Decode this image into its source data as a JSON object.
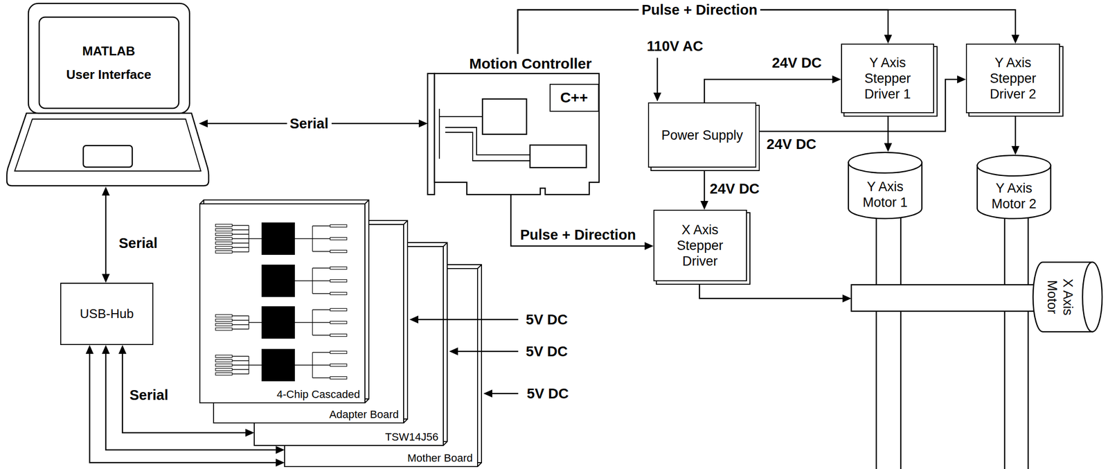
{
  "diagram": {
    "nodes": [
      {
        "text": [
          "MATLAB User Interface"
        ]
      },
      {
        "text": [
          "Motion Controller"
        ]
      },
      {
        "text": [
          "C++"
        ],
        "in": 1
      },
      {
        "text": [
          "Y Axis Stepper Driver 1"
        ]
      },
      {
        "text": [
          "Y Axis Stepper Driver 2"
        ]
      },
      {
        "text": [
          "Power Supply"
        ]
      },
      {
        "text": [
          "Y Axis Motor 1"
        ]
      },
      {
        "text": [
          "Y Axis Motor 2"
        ]
      },
      {
        "text": [
          "X Axis Stepper Driver"
        ]
      },
      {
        "text": [
          "USB-Hub"
        ]
      },
      {
        "text": [
          "4-Chip Cascaded"
        ]
      },
      {
        "text": [
          "Adapter Board"
        ]
      },
      {
        "text": [
          "TSW14J56"
        ]
      },
      {
        "text": [
          "Mother Board"
        ]
      },
      {
        "text": [
          "X Axis Motor"
        ]
      }
    ],
    "edges": [
      {
        "from": 0,
        "to": 1,
        "label": "Serial",
        "arrow": "both"
      },
      {
        "from": 0,
        "to": 9,
        "label": "Serial",
        "arrow": "both"
      },
      {
        "from": 1,
        "to": 3,
        "label": "Pulse + Direction",
        "arrow": "to"
      },
      {
        "from": 1,
        "to": 4,
        "arrow": "to"
      },
      {
        "from": 1,
        "to": 8,
        "label": "Pulse + Direction",
        "arrow": "to"
      },
      {
        "from": 5,
        "to": 3,
        "label": "24V DC",
        "arrow": "to"
      },
      {
        "from": 5,
        "to": 4,
        "label": "24V DC",
        "arrow": "to"
      },
      {
        "from": 5,
        "to": 8,
        "label": "24V DC",
        "arrow": "to"
      },
      {
        "from": 3,
        "to": 6,
        "arrow": "to"
      },
      {
        "from": 4,
        "to": 7,
        "arrow": "to"
      },
      {
        "from": 8,
        "to": 14,
        "arrow": "to"
      },
      {
        "from": 9,
        "to": 12,
        "label": "Serial",
        "arrow": "both"
      },
      {
        "from": 9,
        "to": 13,
        "arrow": "both"
      },
      {
        "from": 9,
        "to": 13,
        "arrow": "both"
      }
    ],
    "labels": [
      "110V AC",
      "5V DC",
      "5V DC",
      "5V DC"
    ]
  }
}
